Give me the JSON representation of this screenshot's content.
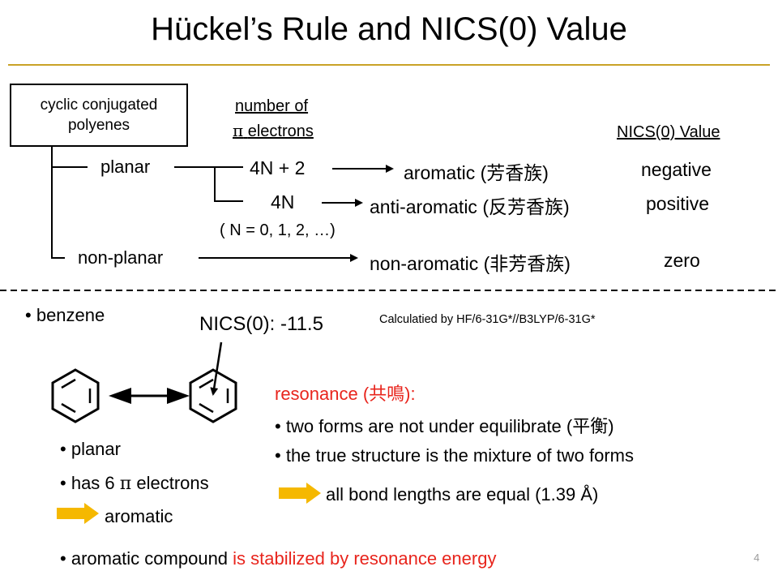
{
  "title": "Hückel’s Rule and NICS(0) Value",
  "tree": {
    "root": "cyclic conjugated polyenes",
    "pi_header_line1": "number of",
    "pi_header_symbol": "π",
    "pi_header_line2": "electrons",
    "nics_header": "NICS(0) Value",
    "planar": "planar",
    "non_planar": "non-planar",
    "rule_4n2": "4N + 2",
    "rule_4n": "4N",
    "n_values": "( N = 0, 1, 2, …)",
    "aromatic": "aromatic (芳香族)",
    "anti_aromatic": "anti-aromatic (反芳香族)",
    "non_aromatic": "non-aromatic (非芳香族)",
    "negative": "negative",
    "positive": "positive",
    "zero": "zero"
  },
  "benzene": {
    "bullet": "•",
    "label": "benzene",
    "nics": "NICS(0): -11.5",
    "method": "Calculatied by HF/6-31G*//B3LYP/6-31G*",
    "planar": "planar",
    "electrons_prefix": "has 6",
    "electrons_symbol": "π",
    "electrons_suffix": "electrons",
    "conclusion": "aromatic"
  },
  "resonance": {
    "heading": "resonance (共鳴):",
    "point1": "two forms are not under equilibrate (平衡)",
    "point2": "the true structure is the mixture of two forms",
    "conclusion": "all bond lengths are equal (1.39 Å)"
  },
  "footer": {
    "prefix": "aromatic compound ",
    "highlight": "is stabilized by resonance energy",
    "page": "4"
  },
  "colors": {
    "accent_gold": "#c9a227",
    "arrow_gold": "#f5b800",
    "red": "#e8251d"
  }
}
